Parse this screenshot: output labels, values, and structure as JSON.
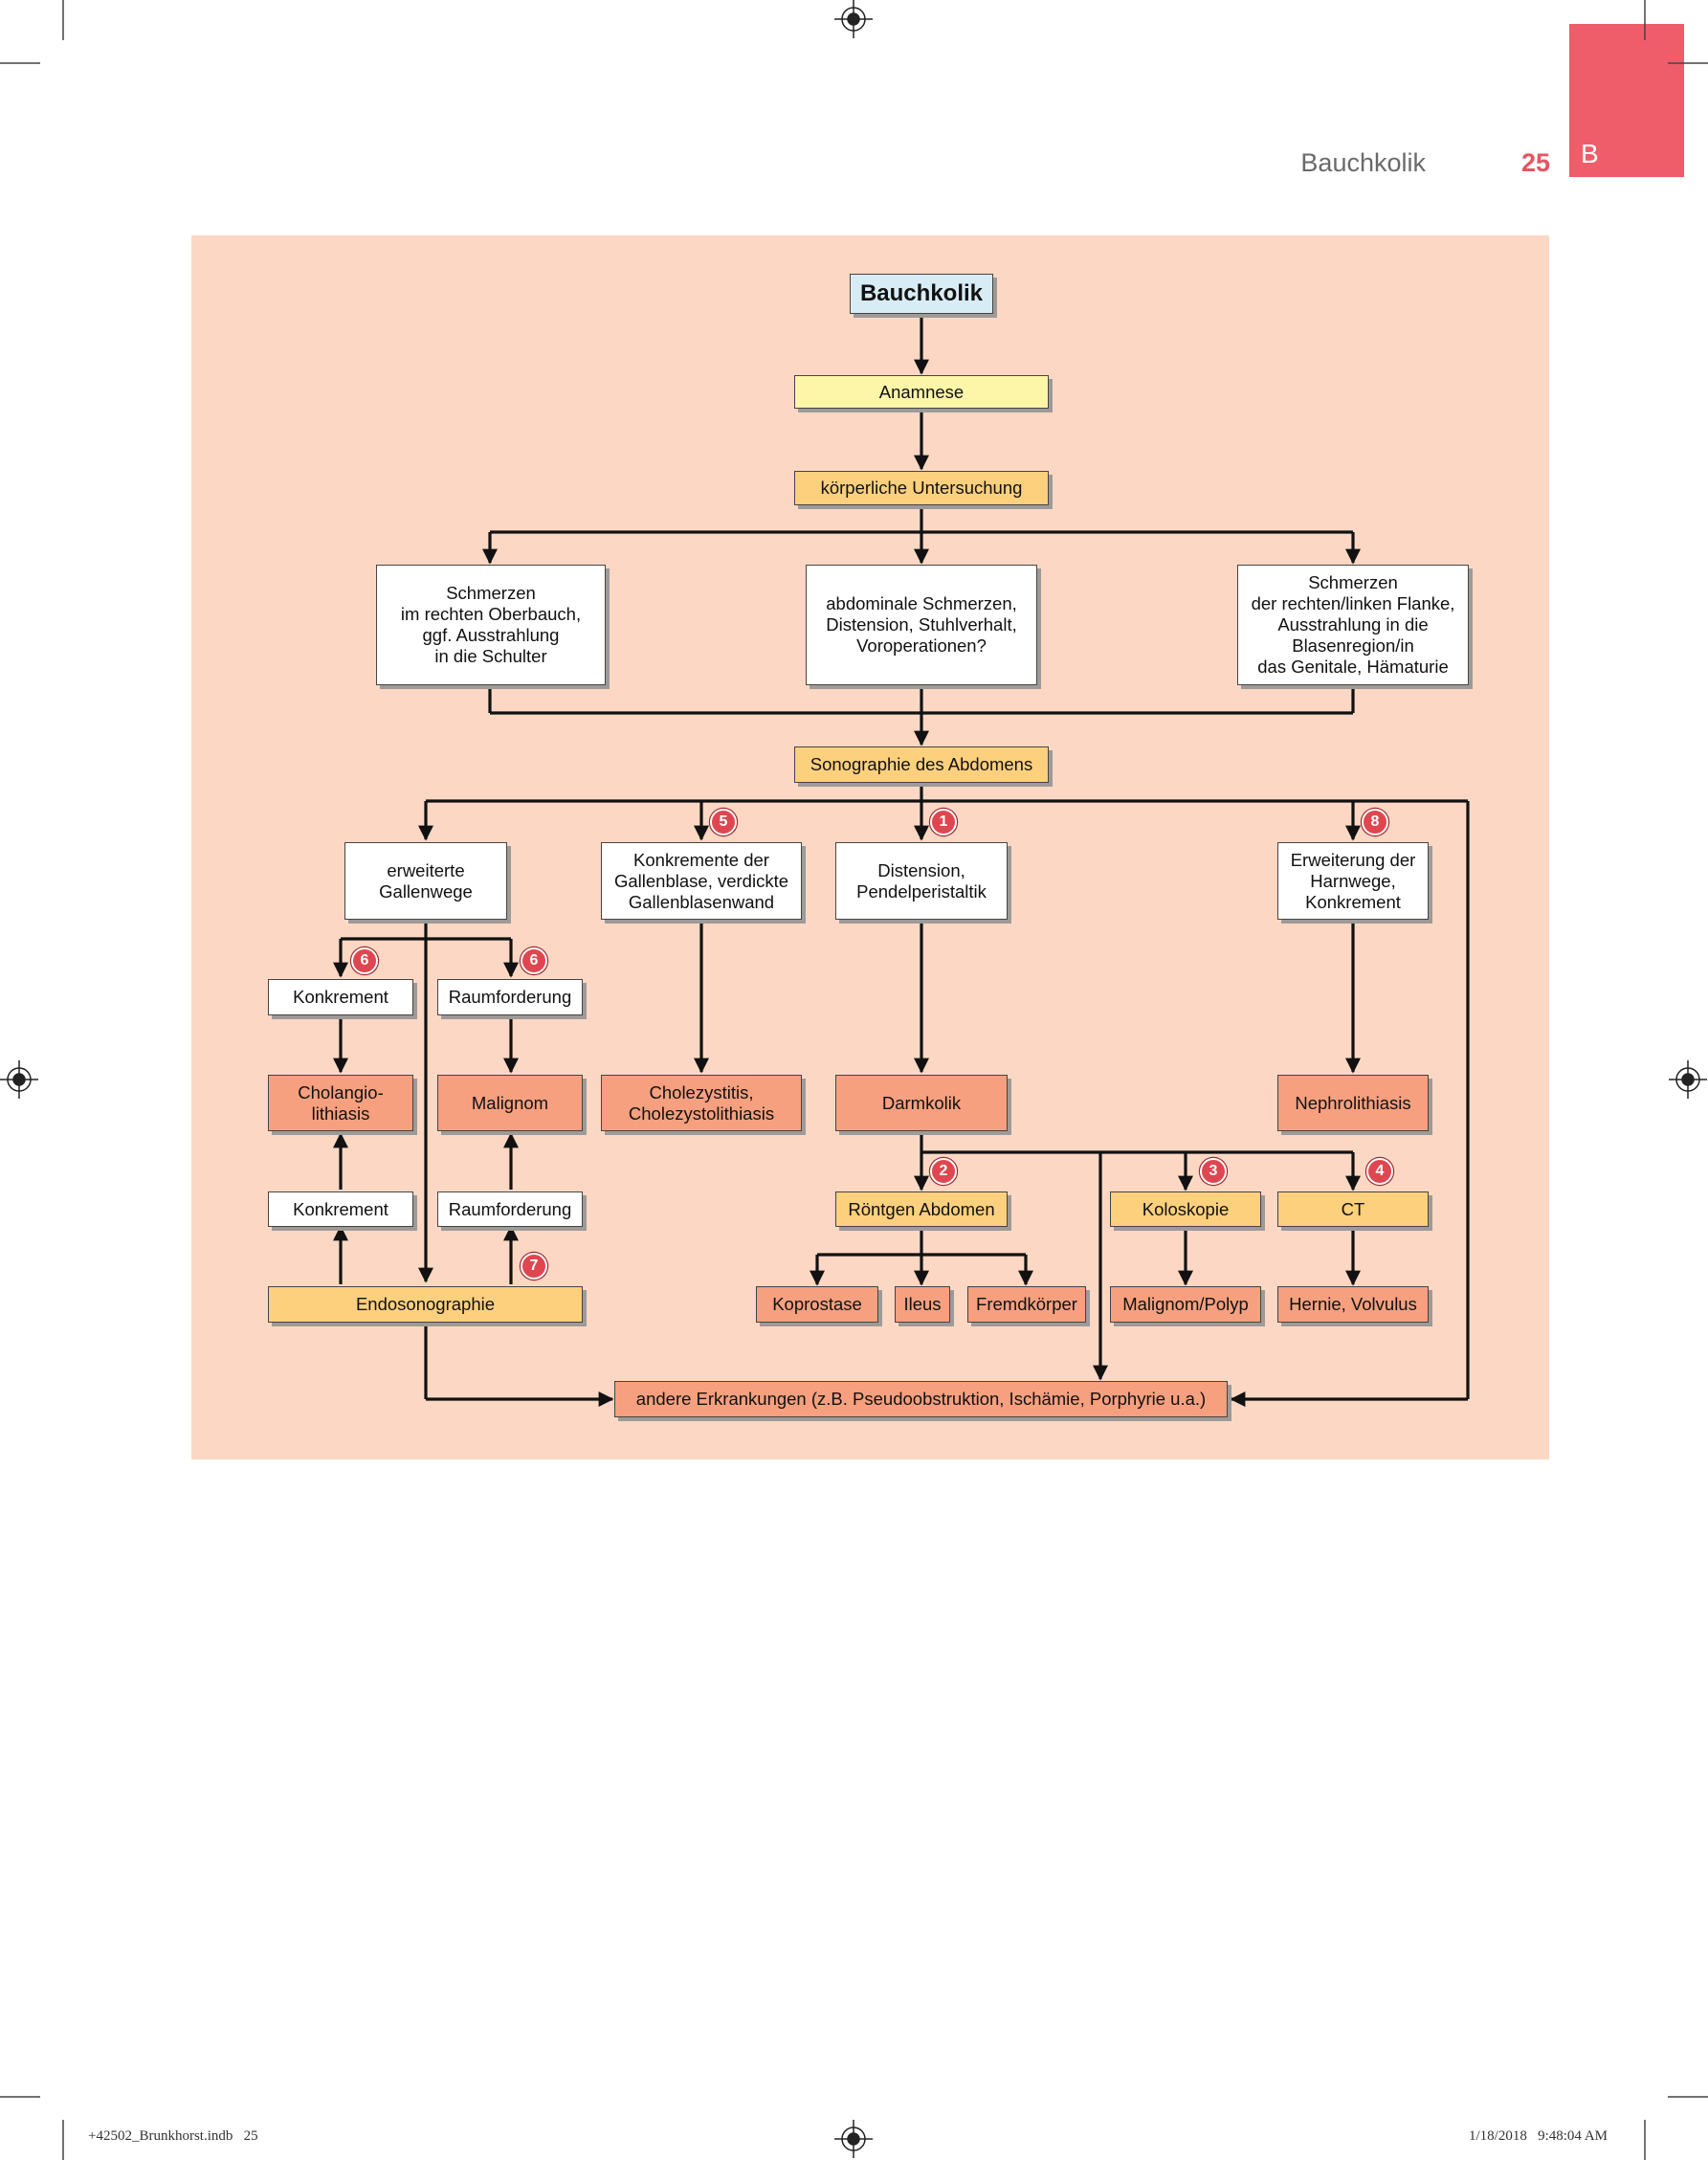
{
  "header": {
    "title": "Bauchkolik",
    "page_number": "25",
    "chapter": "B"
  },
  "footer": {
    "file": "+42502_Brunkhorst.indb   25",
    "date": "1/18/2018   9:48:04 AM"
  },
  "diagram": {
    "nodes": {
      "bauchkolik": "Bauchkolik",
      "anamnese": "Anamnese",
      "koerperliche_untersuchung": "körperliche Untersuchung",
      "schmerzen_oberbauch": "Schmerzen\nim rechten Oberbauch,\nggf. Ausstrahlung\nin die Schulter",
      "abdominale_schmerzen": "abdominale Schmerzen,\nDistension, Stuhlverhalt,\nVoroperationen?",
      "schmerzen_flanke": "Schmerzen\nder rechten/linken Flanke,\nAusstrahlung in die\nBlasenregion/in\ndas Genitale, Hämaturie",
      "sonographie": "Sonographie des Abdomens",
      "erweiterte_gallenwege": "erweiterte\nGallenwege",
      "konkremente_gallenblase": "Konkremente der\nGallenblase, verdickte\nGallenblasenwand",
      "distension": "Distension,\nPendelperistaltik",
      "erweiterung_harnwege": "Erweiterung der\nHarnwege,\nKonkrement",
      "konkrement_top": "Konkrement",
      "raumforderung_top": "Raumforderung",
      "cholangiolithiasis": "Cholangio-\nlithiasis",
      "malignom": "Malignom",
      "cholezystitis": "Cholezystitis,\nCholezystolithiasis",
      "darmkolik": "Darmkolik",
      "nephrolithiasis": "Nephrolithiasis",
      "konkrement_bottom": "Konkrement",
      "raumforderung_bottom": "Raumforderung",
      "roentgen_abdomen": "Röntgen Abdomen",
      "koloskopie": "Koloskopie",
      "ct": "CT",
      "endosonographie": "Endosonographie",
      "koprostase": "Koprostase",
      "ileus": "Ileus",
      "fremdkoerper": "Fremdkörper",
      "malignom_polyp": "Malignom/Polyp",
      "hernie_volvulus": "Hernie, Volvulus",
      "andere_erkrankungen": "andere Erkrankungen (z.B. Pseudoobstruktion, Ischämie, Porphyrie u.a.)"
    },
    "badges": {
      "konkremente_gallenblase": "5",
      "distension": "1",
      "erweiterung_harnwege": "8",
      "konkrement_top": "6",
      "raumforderung_top": "6",
      "raumforderung_bottom": "7",
      "roentgen_abdomen": "2",
      "koloskopie": "3",
      "ct": "4"
    }
  }
}
